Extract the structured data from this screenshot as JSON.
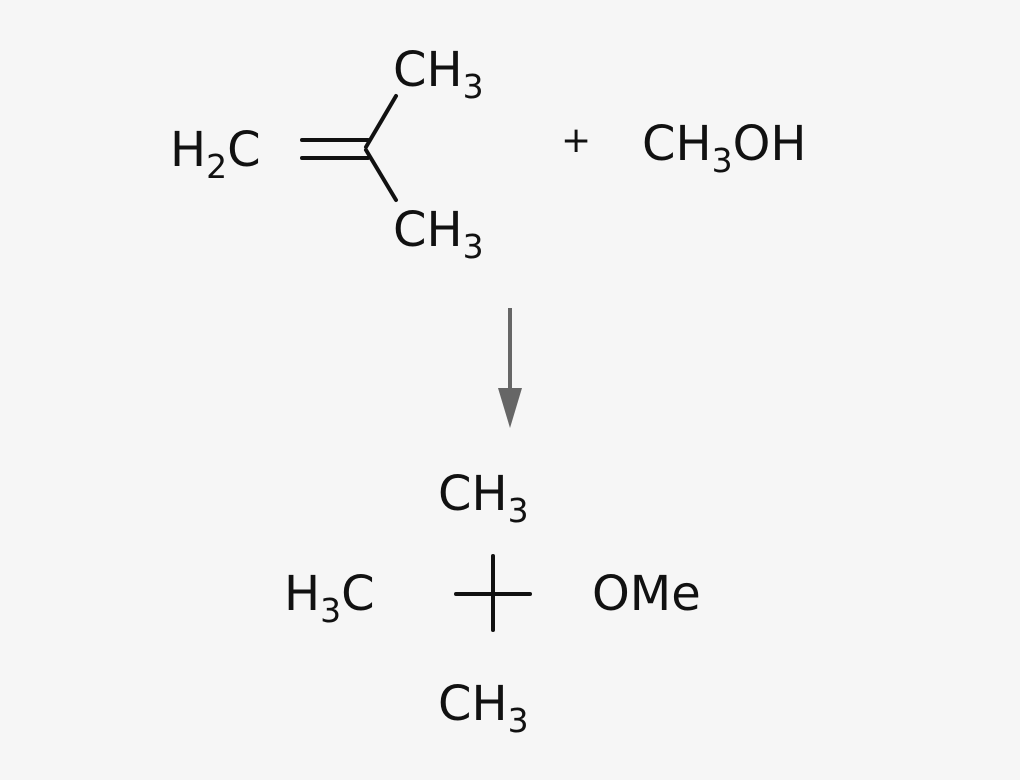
{
  "reactants": {
    "isobutylene": {
      "h2c": {
        "main": "H",
        "sub": "2",
        "tail": "C"
      },
      "ch3_top": {
        "main": "CH",
        "sub": "3"
      },
      "ch3_bottom": {
        "main": "CH",
        "sub": "3"
      }
    },
    "plus": "+",
    "methanol": {
      "pre": "CH",
      "sub": "3",
      "post": "OH"
    }
  },
  "product": {
    "ch3_top": {
      "main": "CH",
      "sub": "3"
    },
    "h3c_left": {
      "main": "H",
      "sub": "3",
      "tail": "C"
    },
    "ome_right": "OMe",
    "ch3_bottom": {
      "main": "CH",
      "sub": "3"
    }
  },
  "colors": {
    "background": "#f6f6f6",
    "text": "#111111",
    "arrow": "#666666"
  }
}
